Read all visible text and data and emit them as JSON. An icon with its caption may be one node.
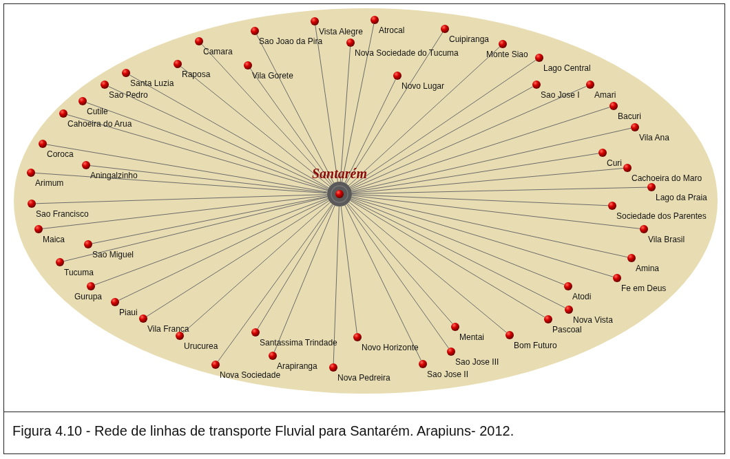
{
  "diagram": {
    "caption": "Figura 4.10 - Rede de linhas de transporte Fluvial para Santarém. Arapiuns- 2012.",
    "nodes": [
      {
        "text": [
          "Santarém"
        ]
      },
      {
        "text": [
          "Atrocal"
        ]
      },
      {
        "text": [
          "Vista Alegre"
        ]
      },
      {
        "text": [
          "Cuipiranga"
        ]
      },
      {
        "text": [
          "Sao Joao da Pira"
        ]
      },
      {
        "text": [
          "Camara"
        ]
      },
      {
        "text": [
          "Nova Sociedade do Tucuma"
        ]
      },
      {
        "text": [
          "Monte Siao"
        ]
      },
      {
        "text": [
          "Lago Central"
        ]
      },
      {
        "text": [
          "Raposa"
        ]
      },
      {
        "text": [
          "Vila Gorete"
        ]
      },
      {
        "text": [
          "Santa Luzia"
        ]
      },
      {
        "text": [
          "Novo Lugar"
        ]
      },
      {
        "text": [
          "Sao Pedro"
        ]
      },
      {
        "text": [
          "Sao Jose I"
        ]
      },
      {
        "text": [
          "Amari"
        ]
      },
      {
        "text": [
          "Cutile"
        ]
      },
      {
        "text": [
          "Bacuri"
        ]
      },
      {
        "text": [
          "Cahoeira do Arua"
        ]
      },
      {
        "text": [
          "Vila Ana"
        ]
      },
      {
        "text": [
          "Coroca"
        ]
      },
      {
        "text": [
          "Curi"
        ]
      },
      {
        "text": [
          "Aningalzinho"
        ]
      },
      {
        "text": [
          "Cachoeira do Maro"
        ]
      },
      {
        "text": [
          "Arimum"
        ]
      },
      {
        "text": [
          "Lago da Praia"
        ]
      },
      {
        "text": [
          "Sao Francisco"
        ]
      },
      {
        "text": [
          "Sociedade dos Parentes"
        ]
      },
      {
        "text": [
          "Maica"
        ]
      },
      {
        "text": [
          "Vila Brasil"
        ]
      },
      {
        "text": [
          "Sao Miguel"
        ]
      },
      {
        "text": [
          "Amina"
        ]
      },
      {
        "text": [
          "Tucuma"
        ]
      },
      {
        "text": [
          "Fe em Deus"
        ]
      },
      {
        "text": [
          "Gurupa"
        ]
      },
      {
        "text": [
          "Atodi"
        ]
      },
      {
        "text": [
          "Piaui"
        ]
      },
      {
        "text": [
          "Nova Vista"
        ]
      },
      {
        "text": [
          "Vila Franca"
        ]
      },
      {
        "text": [
          "Pascoal"
        ]
      },
      {
        "text": [
          "Mentai"
        ]
      },
      {
        "text": [
          "Santassima Trindade"
        ]
      },
      {
        "text": [
          "Bom Futuro"
        ]
      },
      {
        "text": [
          "Urucurea"
        ]
      },
      {
        "text": [
          "Novo Horizonte"
        ]
      },
      {
        "text": [
          "Sao Jose III"
        ]
      },
      {
        "text": [
          "Arapiranga"
        ]
      },
      {
        "text": [
          "Sao Jose II"
        ]
      },
      {
        "text": [
          "Nova Sociedade"
        ]
      },
      {
        "text": [
          "Nova Pedreira"
        ]
      }
    ],
    "edges": [
      {
        "from": 0,
        "to": 1,
        "arrow": "none"
      },
      {
        "from": 0,
        "to": 2,
        "arrow": "none"
      },
      {
        "from": 0,
        "to": 3,
        "arrow": "none"
      },
      {
        "from": 0,
        "to": 4,
        "arrow": "none"
      },
      {
        "from": 0,
        "to": 5,
        "arrow": "none"
      },
      {
        "from": 0,
        "to": 6,
        "arrow": "none"
      },
      {
        "from": 0,
        "to": 7,
        "arrow": "none"
      },
      {
        "from": 0,
        "to": 8,
        "arrow": "none"
      },
      {
        "from": 0,
        "to": 9,
        "arrow": "none"
      },
      {
        "from": 0,
        "to": 10,
        "arrow": "none"
      },
      {
        "from": 0,
        "to": 11,
        "arrow": "none"
      },
      {
        "from": 0,
        "to": 12,
        "arrow": "none"
      },
      {
        "from": 0,
        "to": 13,
        "arrow": "none"
      },
      {
        "from": 0,
        "to": 14,
        "arrow": "none"
      },
      {
        "from": 0,
        "to": 15,
        "arrow": "none"
      },
      {
        "from": 0,
        "to": 16,
        "arrow": "none"
      },
      {
        "from": 0,
        "to": 17,
        "arrow": "none"
      },
      {
        "from": 0,
        "to": 18,
        "arrow": "none"
      },
      {
        "from": 0,
        "to": 19,
        "arrow": "none"
      },
      {
        "from": 0,
        "to": 20,
        "arrow": "none"
      },
      {
        "from": 0,
        "to": 21,
        "arrow": "none"
      },
      {
        "from": 0,
        "to": 22,
        "arrow": "none"
      },
      {
        "from": 0,
        "to": 23,
        "arrow": "none"
      },
      {
        "from": 0,
        "to": 24,
        "arrow": "none"
      },
      {
        "from": 0,
        "to": 25,
        "arrow": "none"
      },
      {
        "from": 0,
        "to": 26,
        "arrow": "none"
      },
      {
        "from": 0,
        "to": 27,
        "arrow": "none"
      },
      {
        "from": 0,
        "to": 28,
        "arrow": "none"
      },
      {
        "from": 0,
        "to": 29,
        "arrow": "none"
      },
      {
        "from": 0,
        "to": 30,
        "arrow": "none"
      },
      {
        "from": 0,
        "to": 31,
        "arrow": "none"
      },
      {
        "from": 0,
        "to": 32,
        "arrow": "none"
      },
      {
        "from": 0,
        "to": 33,
        "arrow": "none"
      },
      {
        "from": 0,
        "to": 34,
        "arrow": "none"
      },
      {
        "from": 0,
        "to": 35,
        "arrow": "none"
      },
      {
        "from": 0,
        "to": 36,
        "arrow": "none"
      },
      {
        "from": 0,
        "to": 37,
        "arrow": "none"
      },
      {
        "from": 0,
        "to": 38,
        "arrow": "none"
      },
      {
        "from": 0,
        "to": 39,
        "arrow": "none"
      },
      {
        "from": 0,
        "to": 40,
        "arrow": "none"
      },
      {
        "from": 0,
        "to": 41,
        "arrow": "none"
      },
      {
        "from": 0,
        "to": 42,
        "arrow": "none"
      },
      {
        "from": 0,
        "to": 43,
        "arrow": "none"
      },
      {
        "from": 0,
        "to": 44,
        "arrow": "none"
      },
      {
        "from": 0,
        "to": 45,
        "arrow": "none"
      },
      {
        "from": 0,
        "to": 46,
        "arrow": "none"
      },
      {
        "from": 0,
        "to": 47,
        "arrow": "none"
      },
      {
        "from": 0,
        "to": 48,
        "arrow": "none"
      },
      {
        "from": 0,
        "to": 49,
        "arrow": "none"
      }
    ]
  }
}
